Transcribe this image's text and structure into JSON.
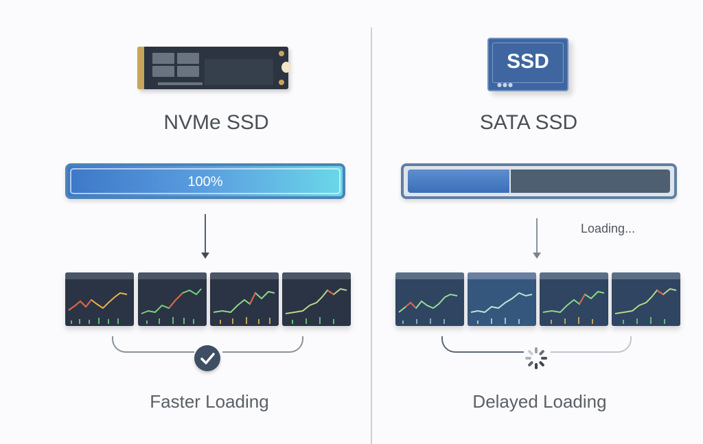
{
  "left": {
    "drive_icon": "nvme-m2-stick",
    "title": "NVMe SSD",
    "progress": {
      "label": "100%",
      "percent": 100
    },
    "status_icon": "check-circle",
    "caption": "Faster Loading",
    "chart_thumbnails": 4
  },
  "right": {
    "drive_icon": "sata-ssd-block",
    "drive_label": "SSD",
    "title": "SATA SSD",
    "progress": {
      "percent": 37
    },
    "loading_text": "Loading...",
    "status_icon": "loading-spinner",
    "caption": "Delayed Loading",
    "chart_thumbnails": 4
  },
  "colors": {
    "background": "#fbfbfd",
    "nvme_bar_start": "#3d78c8",
    "nvme_bar_end": "#6ad8e8",
    "sata_fill": "#3a6eb8",
    "sata_empty": "#4f5f72",
    "text": "#4a4f57",
    "check_bg": "#3e4e63"
  }
}
